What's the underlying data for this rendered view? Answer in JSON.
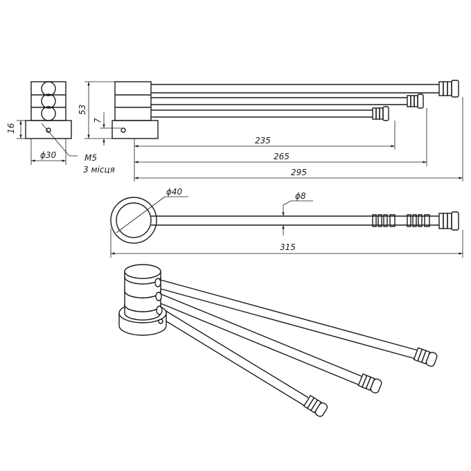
{
  "dimensions": {
    "overall_height": "53",
    "screw_height": "7",
    "base_height": "16",
    "base_diameter": "ϕ30",
    "screw": "M5",
    "screw_note": "3 місця",
    "arm_short": "235",
    "arm_mid": "265",
    "arm_long": "295",
    "head_diameter": "ϕ40",
    "rod_diameter": "ϕ8",
    "total_length": "315"
  },
  "colors": {
    "line": "#1a1a1a",
    "background": "#ffffff"
  }
}
